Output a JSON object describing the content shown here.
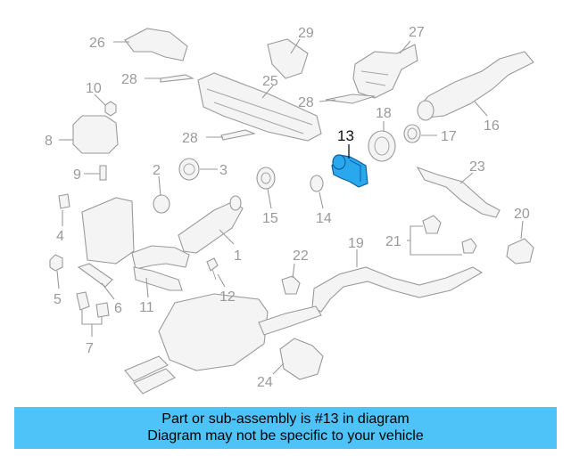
{
  "diagram": {
    "highlight_color": "#2aa8ee",
    "highlighted_part": "13",
    "callouts": [
      {
        "id": "c1",
        "label": "1"
      },
      {
        "id": "c2",
        "label": "2"
      },
      {
        "id": "c3",
        "label": "3"
      },
      {
        "id": "c4",
        "label": "4"
      },
      {
        "id": "c5",
        "label": "5"
      },
      {
        "id": "c6",
        "label": "6"
      },
      {
        "id": "c7",
        "label": "7"
      },
      {
        "id": "c8",
        "label": "8"
      },
      {
        "id": "c9",
        "label": "9"
      },
      {
        "id": "c10",
        "label": "10"
      },
      {
        "id": "c11",
        "label": "11"
      },
      {
        "id": "c12",
        "label": "12"
      },
      {
        "id": "c13",
        "label": "13"
      },
      {
        "id": "c14",
        "label": "14"
      },
      {
        "id": "c15",
        "label": "15"
      },
      {
        "id": "c16",
        "label": "16"
      },
      {
        "id": "c17",
        "label": "17"
      },
      {
        "id": "c18",
        "label": "18"
      },
      {
        "id": "c19",
        "label": "19"
      },
      {
        "id": "c20",
        "label": "20"
      },
      {
        "id": "c21",
        "label": "21"
      },
      {
        "id": "c22",
        "label": "22"
      },
      {
        "id": "c23",
        "label": "23"
      },
      {
        "id": "c24",
        "label": "24"
      },
      {
        "id": "c25",
        "label": "25"
      },
      {
        "id": "c26",
        "label": "26"
      },
      {
        "id": "c27",
        "label": "27"
      },
      {
        "id": "c28a",
        "label": "28"
      },
      {
        "id": "c28b",
        "label": "28"
      },
      {
        "id": "c28c",
        "label": "28"
      },
      {
        "id": "c29",
        "label": "29"
      }
    ]
  },
  "banner": {
    "line1": "Part or sub-assembly is #13 in diagram",
    "line2": "Diagram may not be specific to your vehicle",
    "color": "#4dc3f7"
  }
}
